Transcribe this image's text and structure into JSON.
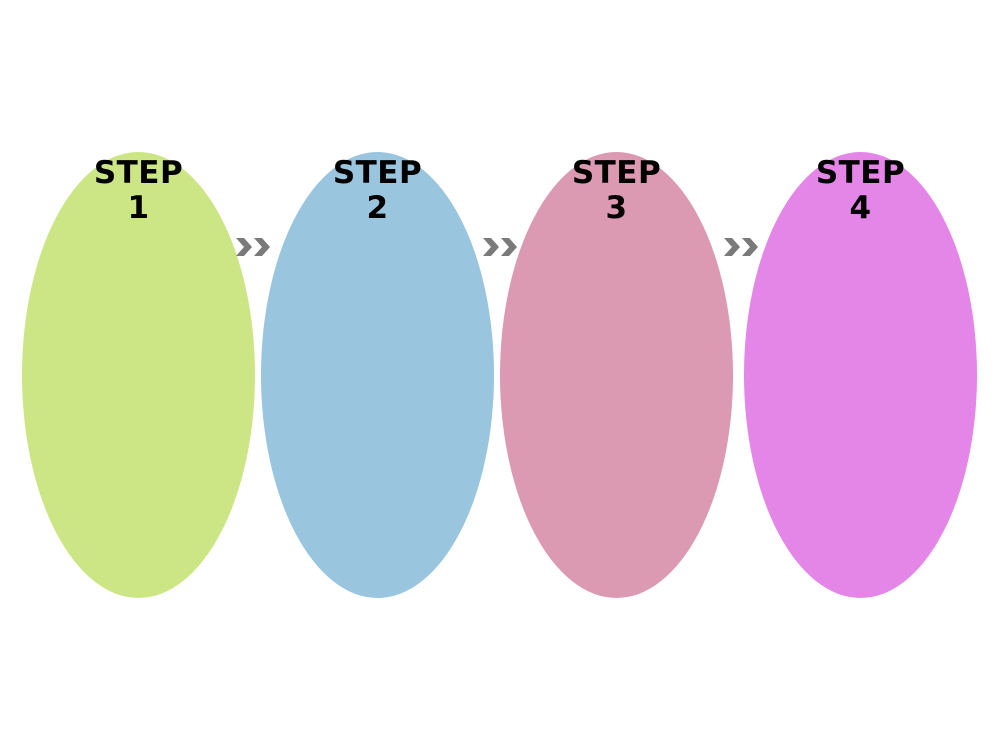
{
  "diagram": {
    "steps": [
      {
        "line1": "STEP",
        "line2": "1",
        "color": "#cce686"
      },
      {
        "line1": "STEP",
        "line2": "2",
        "color": "#99c5de"
      },
      {
        "line1": "STEP",
        "line2": "3",
        "color": "#dc99b2"
      },
      {
        "line1": "STEP",
        "line2": "4",
        "color": "#e485e8"
      }
    ],
    "connectors": [
      {
        "icon": "double-chevron-right-icon",
        "color": "#7a7a7a"
      },
      {
        "icon": "double-chevron-right-icon",
        "color": "#7a7a7a"
      },
      {
        "icon": "double-chevron-right-icon",
        "color": "#7a7a7a"
      }
    ]
  }
}
